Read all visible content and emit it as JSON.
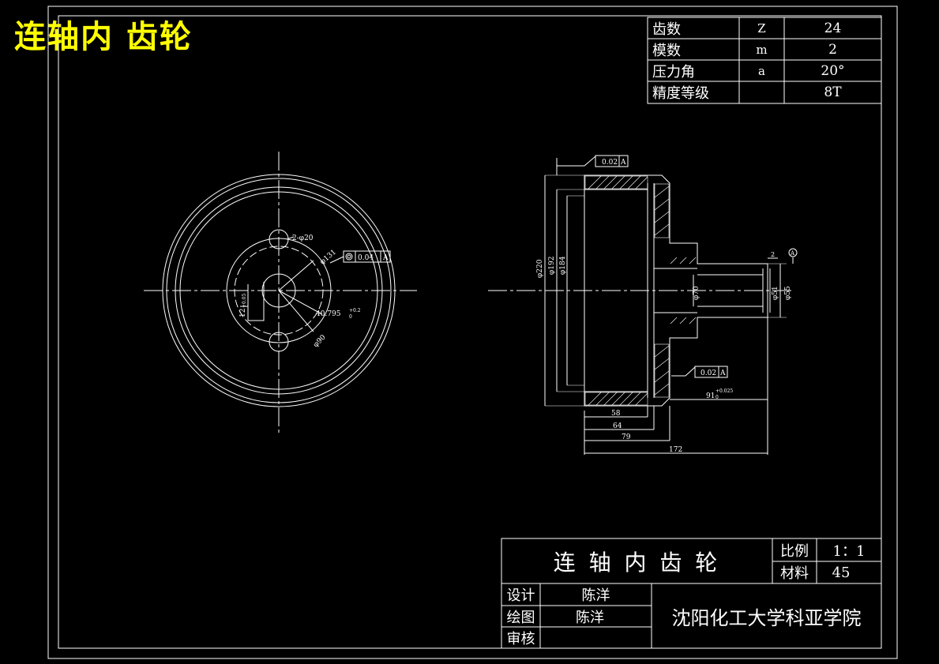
{
  "title": "连轴内 齿轮",
  "gear_table": {
    "rows": [
      {
        "label": "齿数",
        "symbol": "Z",
        "value": "24"
      },
      {
        "label": "模数",
        "symbol": "m",
        "value": "2"
      },
      {
        "label": "压力角",
        "symbol": "a",
        "value": "20°"
      },
      {
        "label": "精度等级",
        "symbol": "",
        "value": "8T"
      }
    ]
  },
  "front_view": {
    "labels": {
      "holes": "2-φ20",
      "pcd": "φ131",
      "bolt_circle": "φ90",
      "keyway": "40.795",
      "keyway_tol": "+0.2",
      "keyway_tol2": "0",
      "key_width": "12",
      "key_tol": "+0.05",
      "tolerance": "0.04",
      "datum": "A"
    }
  },
  "side_view": {
    "labels": {
      "d220": "φ220",
      "d192": "φ192",
      "d184": "φ184",
      "d70": "φ70",
      "d51": "φ51",
      "d55": "φ55",
      "tol_top": "0.02",
      "tol_mid": "0.02",
      "datum_a": "A",
      "dim_58": "58",
      "dim_64": "64",
      "dim_79": "79",
      "dim_172": "172",
      "dim_91": "91",
      "dim_91_tol": "+0.025",
      "dim_91_tol2": "0",
      "dim_2": "2"
    }
  },
  "title_block": {
    "part_name": "连 轴 内 齿 轮",
    "scale_label": "比例",
    "scale_value": "1：1",
    "material_label": "材料",
    "material_value": "45",
    "design_label": "设计",
    "design_value": "陈洋",
    "drawing_label": "绘图",
    "drawing_value": "陈洋",
    "review_label": "审核",
    "review_value": "",
    "school": "沈阳化工大学科亚学院"
  },
  "colors": {
    "background": "#000000",
    "line": "#ffffff",
    "title": "#ffff00"
  }
}
